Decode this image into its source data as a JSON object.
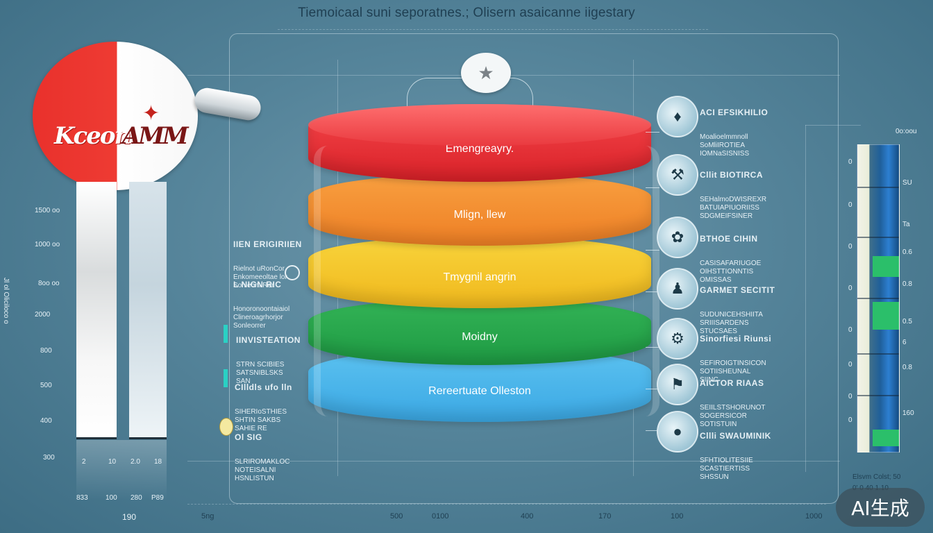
{
  "title": "Tiemoicaal suni seporatnes.; Olisern asaicanne iigestary",
  "logo": {
    "text_left": "Kceon",
    "text_right": "AMM"
  },
  "layers": [
    {
      "label": "Emengreayry.",
      "color": "#e83237"
    },
    {
      "label": "Mlign, llew",
      "color": "#f28a2e"
    },
    {
      "label": "Tmygnil angrin",
      "color": "#f3c623"
    },
    {
      "label": "Moidny",
      "color": "#22a04a"
    },
    {
      "label": "Rereertuate Olleston",
      "color": "#45b3ec"
    }
  ],
  "left_axis": {
    "ticks": [
      "1500 oo",
      "1000 oo",
      "8oo oo",
      "2000",
      "800",
      "500",
      "400",
      "300"
    ],
    "vertical_label": "Jl ol Oliciloco o",
    "bar_bottom_labels": [
      "2",
      "10",
      "2.0",
      "18"
    ],
    "bar_footer": [
      "833",
      "100",
      "280",
      "P89"
    ],
    "footer": "190"
  },
  "left_annotations": [
    {
      "heading": "IIEN ERIGIRIIEN",
      "lines": "Rielnot uRonCor\nEnkomeeoltae lor\nSonleom Ror"
    },
    {
      "heading": "L NIGN RIC",
      "lines": "Honoronoontaiaiol\nClineroagrhorjor\nSonleorrer"
    },
    {
      "heading": "IINVISTEATION",
      "lines": "STRN SCIBIES\nSATSNIBLSKS\nSAN"
    },
    {
      "heading": "CIlldls ufo lln",
      "lines": "SIHERIoSTHIES\nSHTIN SAKBS\nSAHIE RE"
    },
    {
      "heading": "Ol SIG",
      "lines": "SLRIROMAKLOC\nNOTEISALNI\nHSNLISTUN"
    }
  ],
  "right_annotations": [
    {
      "heading": "ACI EFSIKHILIO",
      "lines": "Moalioelmmnoll\nSoMliIROTIEA\nIOMNaSISNISS"
    },
    {
      "heading": "Cllit BIOTIRCA",
      "lines": "SEHalmoDWISREXR\nBATUIAPIUORIISS\nSDGMEIFSINER"
    },
    {
      "heading": "BTHOE CIHIN",
      "lines": "CASISAFARIUGOE\nOIHSTTIONNTIS\nOMISSAS"
    },
    {
      "heading": "GARMET SECITIT",
      "lines": "SUDUNICEHSHIITA\nSRIIISARDENS\nSTUCSAES"
    },
    {
      "heading": "Sinorfiesi Riunsi",
      "lines": "SEFIROIGTINSICON\nSOTIISHEUNAL\nSIINC"
    },
    {
      "heading": "AICTOR RIAAS",
      "lines": "SEIILSTSHORUNOT\nSOGERSICOR\nSOTISTUIN"
    },
    {
      "heading": "Cllli SWAUMINIK",
      "lines": "SFHTIOLITESIIE\nSCASTIERTISS\nSHSSUN"
    }
  ],
  "right_axis": {
    "top_label": "0o:oou",
    "ticks": [
      "0",
      "0",
      "0",
      "0",
      "0",
      "0",
      "0",
      "0"
    ],
    "right_ticks": [
      "SU",
      "Ta",
      "0.6",
      "0.8",
      "0.5",
      "6",
      "0.8",
      "160"
    ],
    "footer": [
      "Elsvm Colst; 50",
      "0'   0 40  1.10"
    ]
  },
  "bottom_axis": {
    "ticks": [
      "500",
      "0100",
      "400",
      "170",
      "100",
      "1000"
    ],
    "left_label": "5ng"
  },
  "badge": "AI生成",
  "node_icons": [
    "puzzle-icon",
    "tools-icon",
    "leaf-icon",
    "person-icon",
    "gear-icon",
    "flag-icon",
    "globe-icon"
  ]
}
